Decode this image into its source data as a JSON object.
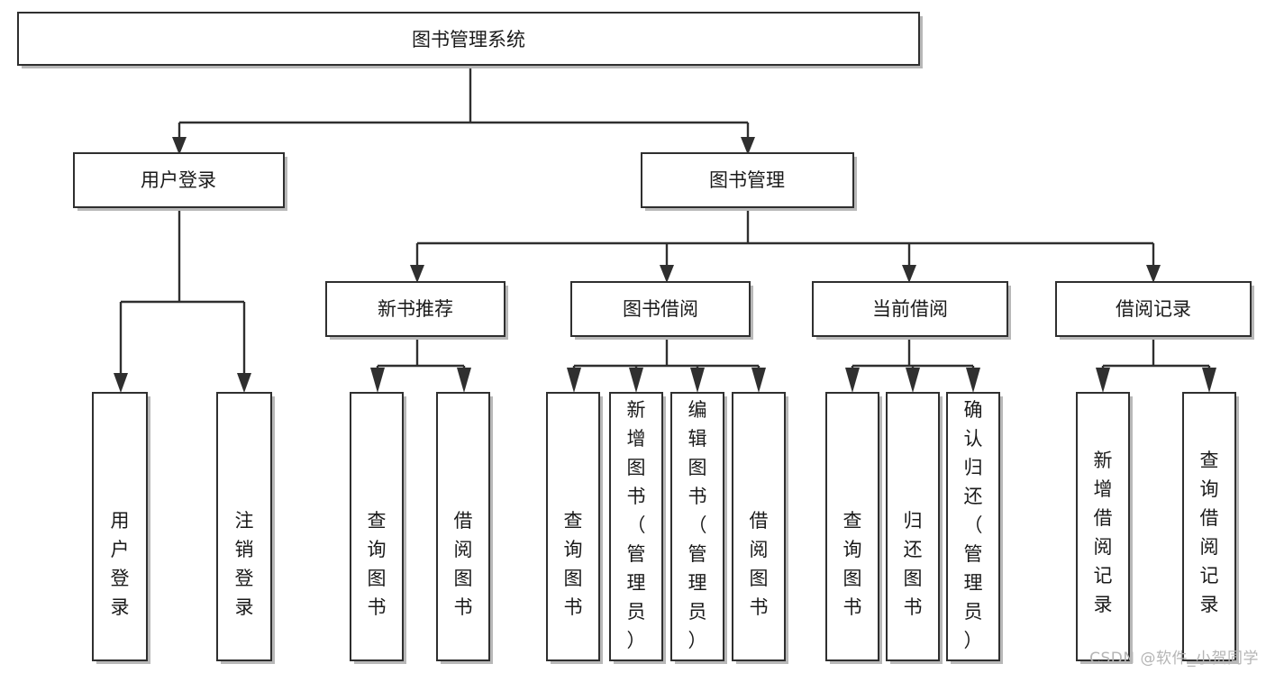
{
  "diagram": {
    "title": "图书管理系统",
    "type": "hierarchy-tree",
    "watermark": "CSDN @软件_小贺同学",
    "colors": {
      "box_fill": "#ffffff",
      "box_stroke": "#2f2f2f",
      "connector": "#2f2f2f",
      "text": "#1a1a1a",
      "watermark": "#b5b5b5",
      "background": "#ffffff"
    },
    "nodes": {
      "root": {
        "label": "图书管理系统",
        "orientation": "horizontal"
      },
      "level2": [
        {
          "id": "user-login",
          "label": "用户登录",
          "orientation": "horizontal"
        },
        {
          "id": "book-manage",
          "label": "图书管理",
          "orientation": "horizontal"
        }
      ],
      "level3": [
        {
          "id": "new-book-recommend",
          "label": "新书推荐",
          "orientation": "horizontal"
        },
        {
          "id": "book-borrow",
          "label": "图书借阅",
          "orientation": "horizontal"
        },
        {
          "id": "current-borrow",
          "label": "当前借阅",
          "orientation": "horizontal"
        },
        {
          "id": "borrow-record",
          "label": "借阅记录",
          "orientation": "horizontal"
        }
      ],
      "leaves": {
        "user-login": [
          {
            "id": "leaf-user-login",
            "label": "用户登录",
            "orientation": "vertical"
          },
          {
            "id": "leaf-logout",
            "label": "注销登录",
            "orientation": "vertical"
          }
        ],
        "new-book-recommend": [
          {
            "id": "leaf-query-book-1",
            "label": "查询图书",
            "orientation": "vertical"
          },
          {
            "id": "leaf-borrow-book-1",
            "label": "借阅图书",
            "orientation": "vertical"
          }
        ],
        "book-borrow": [
          {
            "id": "leaf-query-book-2",
            "label": "查询图书",
            "orientation": "vertical"
          },
          {
            "id": "leaf-add-book",
            "label": "新增图书（管理员）",
            "orientation": "vertical"
          },
          {
            "id": "leaf-edit-book",
            "label": "编辑图书（管理员）",
            "orientation": "vertical"
          },
          {
            "id": "leaf-borrow-book-2",
            "label": "借阅图书",
            "orientation": "vertical"
          }
        ],
        "current-borrow": [
          {
            "id": "leaf-query-book-3",
            "label": "查询图书",
            "orientation": "vertical"
          },
          {
            "id": "leaf-return-book",
            "label": "归还图书",
            "orientation": "vertical"
          },
          {
            "id": "leaf-confirm-return",
            "label": "确认归还（管理员）",
            "orientation": "vertical"
          }
        ],
        "borrow-record": [
          {
            "id": "leaf-add-record",
            "label": "新增借阅记录",
            "orientation": "vertical"
          },
          {
            "id": "leaf-query-record",
            "label": "查询借阅记录",
            "orientation": "vertical"
          }
        ]
      }
    }
  }
}
